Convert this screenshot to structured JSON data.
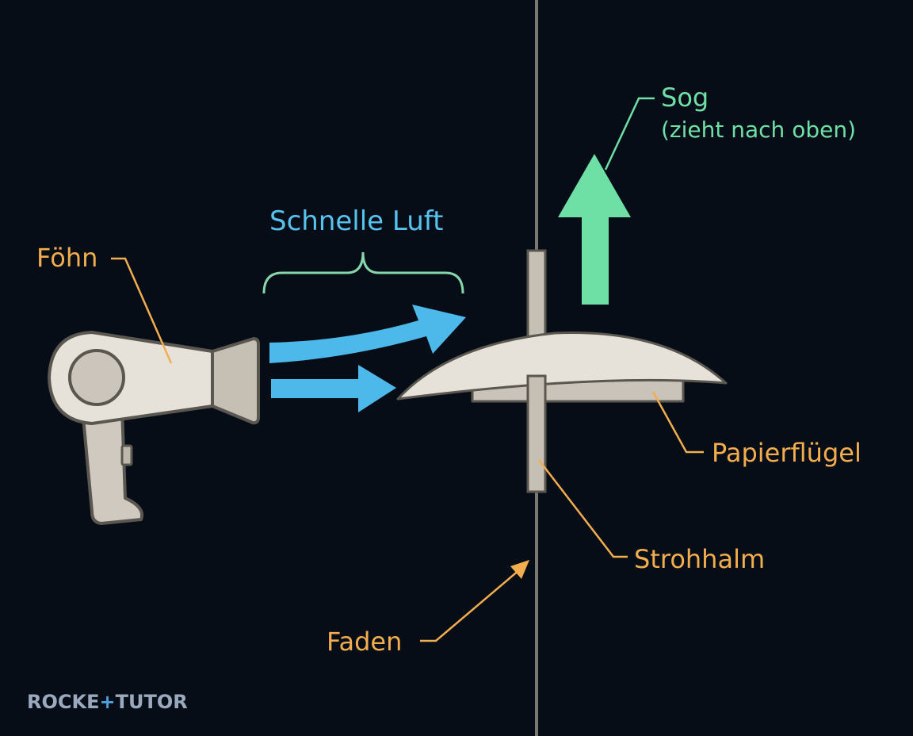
{
  "labels": {
    "dryer": "Föhn",
    "fast_air": "Schnelle Luft",
    "suction": "Sog",
    "suction_note": "(zieht nach oben)",
    "wing": "Papierflügel",
    "straw": "Strohhalm",
    "thread": "Faden"
  },
  "brand": {
    "part1": "ROCKE",
    "plus": "+",
    "part2": "TUTOR"
  },
  "colors": {
    "background": "#060d17",
    "label_orange": "#f2ad4e",
    "air_blue": "#56c3ef",
    "suction_green": "#6ee0a6",
    "object_fill": "#ddd8cf",
    "object_stroke": "#5a5650",
    "thread": "#7c7870"
  }
}
